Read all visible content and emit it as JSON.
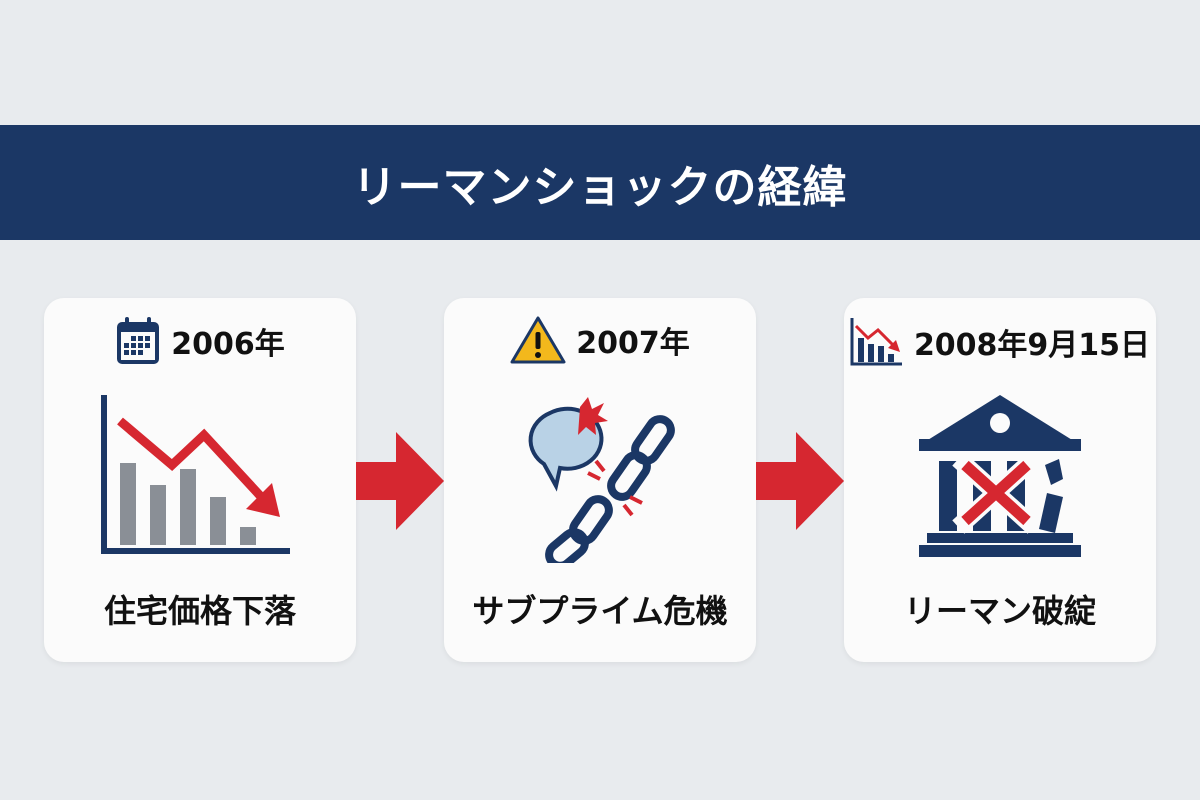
{
  "title": "リーマンショックの経緯",
  "steps": [
    {
      "date": "2006年",
      "label": "住宅価格下落",
      "icon": "calendar-icon",
      "illustration": "declining-bar-chart-icon"
    },
    {
      "date": "2007年",
      "label": "サブプライム危機",
      "icon": "warning-icon",
      "illustration": "broken-chain-icon"
    },
    {
      "date": "2008年9月15日",
      "label": "リーマン破綻",
      "icon": "falling-chart-icon",
      "illustration": "collapsed-bank-icon"
    }
  ],
  "colors": {
    "navy": "#1b3765",
    "red": "#d62730",
    "gray": "#8a8f96",
    "background": "#e8ebee"
  }
}
